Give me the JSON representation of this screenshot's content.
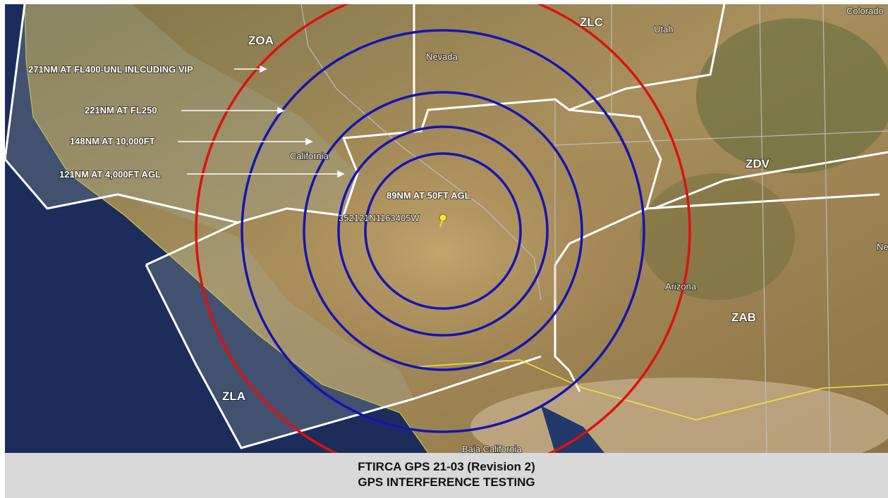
{
  "map": {
    "colors": {
      "outer_ring": "#e01010",
      "inner_rings": "#1414b4",
      "boundary": "#ffffff",
      "border": "#f0e040",
      "ocean": "#1a2a55",
      "land": "#9a8050"
    },
    "center_label": "352121N1163405W",
    "center_icon": "pushpin-icon",
    "rings": [
      {
        "label": "89NM AT 50FT AGL"
      },
      {
        "label": "121NM AT 4,000FT AGL"
      },
      {
        "label": "148NM AT 10,000FT"
      },
      {
        "label": "221NM AT FL250"
      },
      {
        "label": "271NM AT FL400-UNL INLCUDING VIP"
      }
    ],
    "centers": [
      "ZOA",
      "ZLC",
      "ZDV",
      "ZAB",
      "ZLA"
    ],
    "states": [
      "Utah",
      "Nevada",
      "California",
      "Arizona",
      "Colorado",
      "Baja California",
      "Nev"
    ]
  },
  "caption": {
    "line1": "FTIRCA GPS 21-03 (Revision 2)",
    "line2": "GPS INTERFERENCE TESTING"
  }
}
